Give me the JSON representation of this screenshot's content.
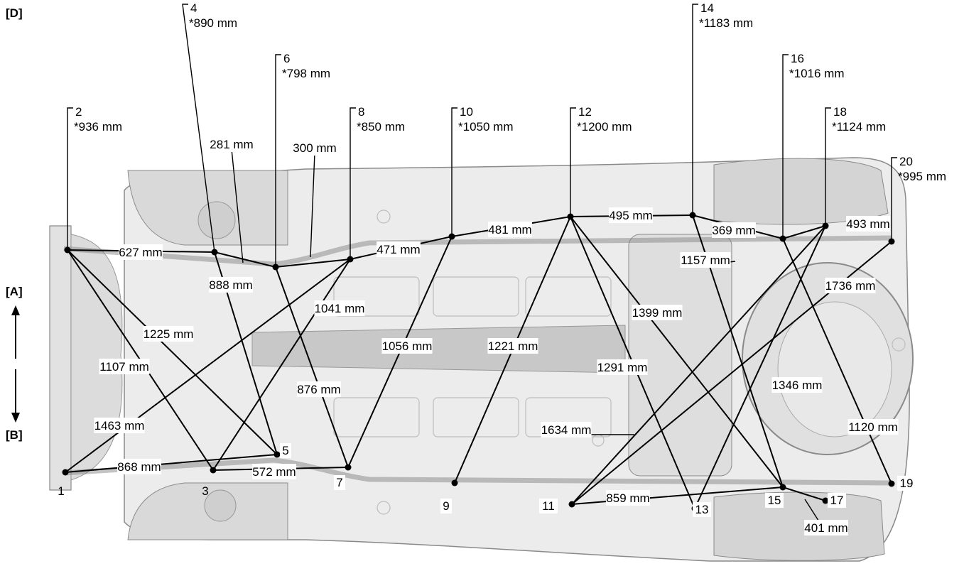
{
  "labels": {
    "view": "[D]",
    "front": "[A]",
    "rear": "[B]"
  },
  "points": [
    {
      "id": "1",
      "number": "1",
      "height": ""
    },
    {
      "id": "2",
      "number": "2",
      "height": "*936 mm"
    },
    {
      "id": "3",
      "number": "3",
      "height": ""
    },
    {
      "id": "4",
      "number": "4",
      "height": "*890 mm"
    },
    {
      "id": "5",
      "number": "5",
      "height": ""
    },
    {
      "id": "6",
      "number": "6",
      "height": "*798 mm"
    },
    {
      "id": "7",
      "number": "7",
      "height": ""
    },
    {
      "id": "8",
      "number": "8",
      "height": "*850 mm"
    },
    {
      "id": "9",
      "number": "9",
      "height": ""
    },
    {
      "id": "10",
      "number": "10",
      "height": "*1050 mm"
    },
    {
      "id": "11",
      "number": "11",
      "height": ""
    },
    {
      "id": "12",
      "number": "12",
      "height": "*1200 mm"
    },
    {
      "id": "13",
      "number": "13",
      "height": ""
    },
    {
      "id": "14",
      "number": "14",
      "height": "*1183 mm"
    },
    {
      "id": "15",
      "number": "15",
      "height": ""
    },
    {
      "id": "16",
      "number": "16",
      "height": "*1016 mm"
    },
    {
      "id": "17",
      "number": "17",
      "height": ""
    },
    {
      "id": "18",
      "number": "18",
      "height": "*1124 mm"
    },
    {
      "id": "19",
      "number": "19",
      "height": ""
    },
    {
      "id": "20",
      "number": "20",
      "height": "*995 mm"
    }
  ],
  "measurements": [
    {
      "id": "m2-4",
      "from": "2",
      "to": "4",
      "label": "627 mm"
    },
    {
      "id": "m4-6",
      "from": "4",
      "to": "6",
      "label": "281 mm"
    },
    {
      "id": "m6-8",
      "from": "6",
      "to": "8",
      "label": "300 mm"
    },
    {
      "id": "m8-10",
      "from": "8",
      "to": "10",
      "label": "471 mm"
    },
    {
      "id": "m10-12",
      "from": "10",
      "to": "12",
      "label": "481 mm"
    },
    {
      "id": "m12-14",
      "from": "12",
      "to": "14",
      "label": "495 mm"
    },
    {
      "id": "m14-16",
      "from": "14",
      "to": "16",
      "label": "369 mm"
    },
    {
      "id": "m16-18",
      "from": "16",
      "to": "18",
      "label": "493 mm"
    },
    {
      "id": "m2-5",
      "from": "2",
      "to": "5",
      "label": "1225 mm"
    },
    {
      "id": "m2-3",
      "from": "2",
      "to": "3",
      "label": "1107 mm"
    },
    {
      "id": "m4-5",
      "from": "4",
      "to": "5",
      "label": "888 mm"
    },
    {
      "id": "m6-7",
      "from": "6",
      "to": "7",
      "label": "876 mm"
    },
    {
      "id": "m8-3",
      "from": "8",
      "to": "3",
      "label": "1041 mm"
    },
    {
      "id": "m8-1",
      "from": "8",
      "to": "1",
      "label": "1463 mm"
    },
    {
      "id": "m10-7",
      "from": "10",
      "to": "7",
      "label": "1056 mm"
    },
    {
      "id": "m12-9",
      "from": "12",
      "to": "9",
      "label": "1221 mm"
    },
    {
      "id": "m12-13",
      "from": "12",
      "to": "13",
      "label": "1291 mm"
    },
    {
      "id": "m12-15",
      "from": "12",
      "to": "15",
      "label": "1399 mm"
    },
    {
      "id": "m14-15",
      "from": "14",
      "to": "15",
      "label": "1157 mm"
    },
    {
      "id": "m18-11",
      "from": "18",
      "to": "11",
      "label": "1634 mm"
    },
    {
      "id": "m18-13",
      "from": "18",
      "to": "13",
      "label": "1346 mm"
    },
    {
      "id": "m20-11",
      "from": "20",
      "to": "11",
      "label": "1736 mm"
    },
    {
      "id": "m16-19",
      "from": "16",
      "to": "19",
      "label": "1120 mm"
    },
    {
      "id": "m1-5",
      "from": "1",
      "to": "5",
      "label": "868 mm"
    },
    {
      "id": "m3-7",
      "from": "3",
      "to": "7",
      "label": "572 mm"
    },
    {
      "id": "m11-15",
      "from": "11",
      "to": "15",
      "label": "859 mm"
    },
    {
      "id": "m15-17",
      "from": "15",
      "to": "17",
      "label": "401 mm"
    }
  ]
}
